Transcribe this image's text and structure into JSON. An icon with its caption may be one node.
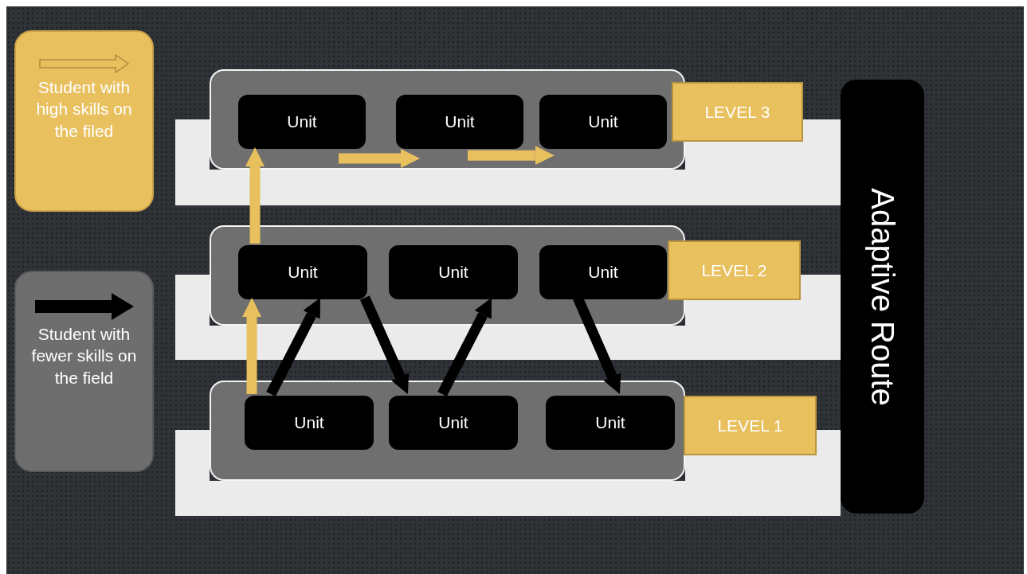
{
  "diagram": {
    "nodes": [
      {
        "text": [
          "Student with high skills on the filed"
        ]
      },
      {
        "text": [
          "Student with fewer skills on the field"
        ]
      },
      {
        "text": [],
        "shape": "box"
      },
      {
        "text": [
          "Unit"
        ],
        "in": 2
      },
      {
        "text": [
          "Unit"
        ],
        "in": 2
      },
      {
        "text": [
          "Unit"
        ],
        "in": 2
      },
      {
        "text": [
          "LEVEL 3"
        ]
      },
      {
        "text": [],
        "shape": "box"
      },
      {
        "text": [
          "Unit"
        ],
        "in": 7
      },
      {
        "text": [
          "Unit"
        ],
        "in": 7
      },
      {
        "text": [
          "Unit"
        ],
        "in": 7
      },
      {
        "text": [
          "LEVEL 2"
        ]
      },
      {
        "text": [],
        "shape": "box"
      },
      {
        "text": [
          "Unit"
        ],
        "in": 12
      },
      {
        "text": [
          "Unit"
        ],
        "in": 12
      },
      {
        "text": [
          "Unit"
        ],
        "in": 12
      },
      {
        "text": [
          "LEVEL 1"
        ]
      },
      {
        "text": [
          "Adaptive Route"
        ]
      }
    ],
    "edges": [
      {
        "from": 13,
        "to": 8,
        "arrow": "to",
        "color": "#e8c05e"
      },
      {
        "from": 8,
        "to": 3,
        "arrow": "to",
        "color": "#e8c05e"
      },
      {
        "from": 3,
        "to": 4,
        "arrow": "to",
        "color": "#e8c05e"
      },
      {
        "from": 4,
        "to": 5,
        "arrow": "to",
        "color": "#e8c05e"
      },
      {
        "from": 13,
        "to": 8,
        "arrow": "to",
        "color": "#000000"
      },
      {
        "from": 8,
        "to": 14,
        "arrow": "to",
        "color": "#000000"
      },
      {
        "from": 14,
        "to": 9,
        "arrow": "to",
        "color": "#000000"
      },
      {
        "from": 10,
        "to": 15,
        "arrow": "to",
        "color": "#000000"
      }
    ]
  }
}
